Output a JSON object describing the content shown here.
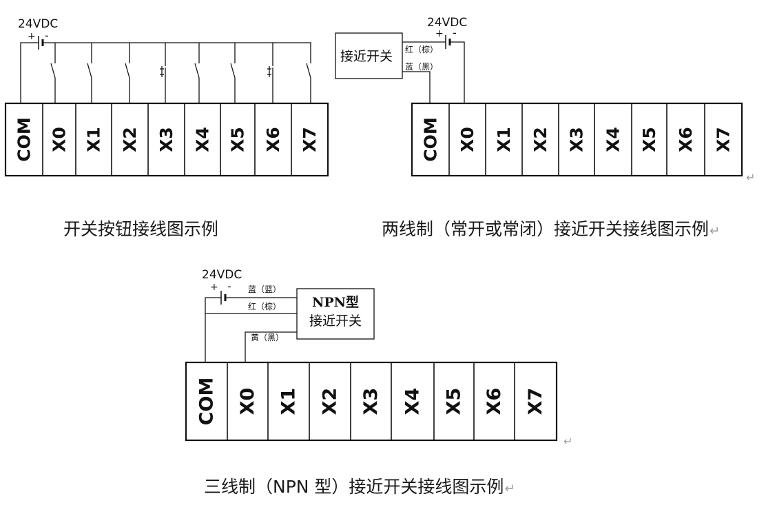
{
  "diagrams": [
    {
      "id": "button",
      "supply": {
        "voltage": "24VDC",
        "plus": "+",
        "minus": "-"
      },
      "terminals": [
        "COM",
        "X0",
        "X1",
        "X2",
        "X3",
        "X4",
        "X5",
        "X6",
        "X7"
      ],
      "caption": "开关按钮接线图示例"
    },
    {
      "id": "two-wire",
      "supply": {
        "voltage": "24VDC",
        "plus": "+",
        "minus": "-"
      },
      "sensor_label": "接近开关",
      "wires": [
        "红（棕）",
        "蓝（黑）"
      ],
      "terminals": [
        "COM",
        "X0",
        "X1",
        "X2",
        "X3",
        "X4",
        "X5",
        "X6",
        "X7"
      ],
      "caption": "两线制（常开或常闭）接近开关接线图示例"
    },
    {
      "id": "three-wire",
      "supply": {
        "voltage": "24VDC",
        "plus": "+",
        "minus": "-"
      },
      "sensor_label_1": "NPN型",
      "sensor_label_2": "接近开关",
      "wires": [
        "蓝（蓝）",
        "红（棕）",
        "黄（黑）"
      ],
      "terminals": [
        "COM",
        "X0",
        "X1",
        "X2",
        "X3",
        "X4",
        "X5",
        "X6",
        "X7"
      ],
      "caption": "三线制（NPN 型）接近开关接线图示例"
    }
  ],
  "return_mark": "↵",
  "colors": {
    "line": "#111111",
    "box_bg": "#ffffff",
    "return_mark": "#9a9a9a"
  }
}
